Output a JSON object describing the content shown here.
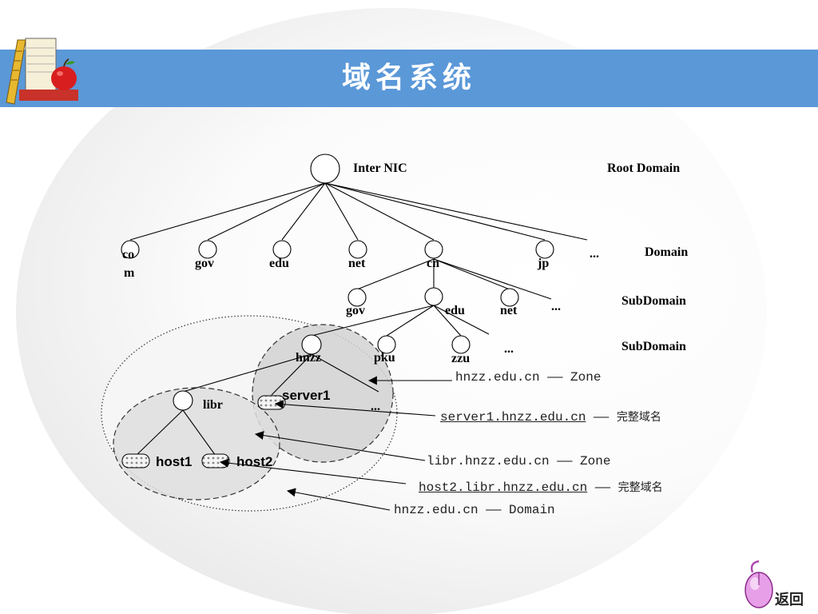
{
  "slide": {
    "title": "域名系统",
    "back_label": "返回"
  },
  "tree": {
    "root_label": "Inter NIC",
    "level_labels": {
      "root": "Root Domain",
      "domain": "Domain",
      "subdomain1": "SubDomain",
      "subdomain2": "SubDomain"
    },
    "tld": [
      "co",
      "m",
      "gov",
      "edu",
      "net",
      "cn",
      "jp",
      "..."
    ],
    "cn_children": [
      "gov",
      "edu",
      "net",
      "..."
    ],
    "edu_children": [
      "hnzz",
      "pku",
      "zzu",
      "..."
    ],
    "hnzz_children": [
      "libr",
      "server1",
      "..."
    ],
    "libr_children": [
      "host1",
      "host2"
    ]
  },
  "annotations": [
    {
      "name": "hnzz.edu.cn",
      "sep": " —— ",
      "desc": "Zone",
      "underline": false
    },
    {
      "name": "server1.hnzz.edu.cn",
      "sep": " —— ",
      "desc": "完整域名",
      "underline": true
    },
    {
      "name": "libr.hnzz.edu.cn",
      "sep": " —— ",
      "desc": "Zone",
      "underline": false
    },
    {
      "name": "host2.libr.hnzz.edu.cn",
      "sep": " —— ",
      "desc": "完整域名",
      "underline": true
    },
    {
      "name": "hnzz.edu.cn",
      "sep": " —— ",
      "desc": "Domain",
      "underline": false
    }
  ],
  "colors": {
    "title_bar": "#5a98d8",
    "zone_fill": "#d8d8d8"
  }
}
